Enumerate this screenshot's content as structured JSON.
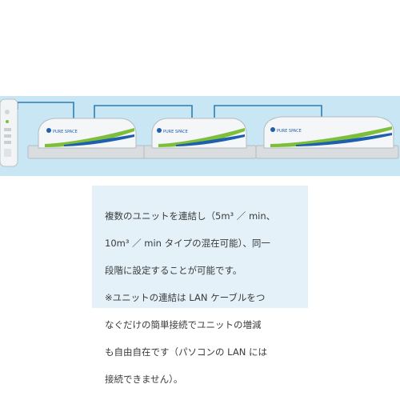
{
  "brand": {
    "logo_text": "PURE SPACE"
  },
  "description": {
    "line1": "複数のユニットを連結し（5m³ ／ min、",
    "line2": "10m³ ／ min タイプの混在可能）、同一",
    "line3": "段階に設定することが可能です。",
    "line4": "※ユニットの連結は LAN ケーブルをつ",
    "line5": "なぐだけの簡単接続でユニットの増減",
    "line6": "も自由自在です（パソコンの LAN には",
    "line7": "接続できません）。"
  },
  "colors": {
    "band": "#c9e6f5",
    "cable": "#2a7fb6",
    "unit_body": "#f4f6f7",
    "swoosh_green": "#7dbf3b",
    "swoosh_blue": "#1f5fae"
  }
}
